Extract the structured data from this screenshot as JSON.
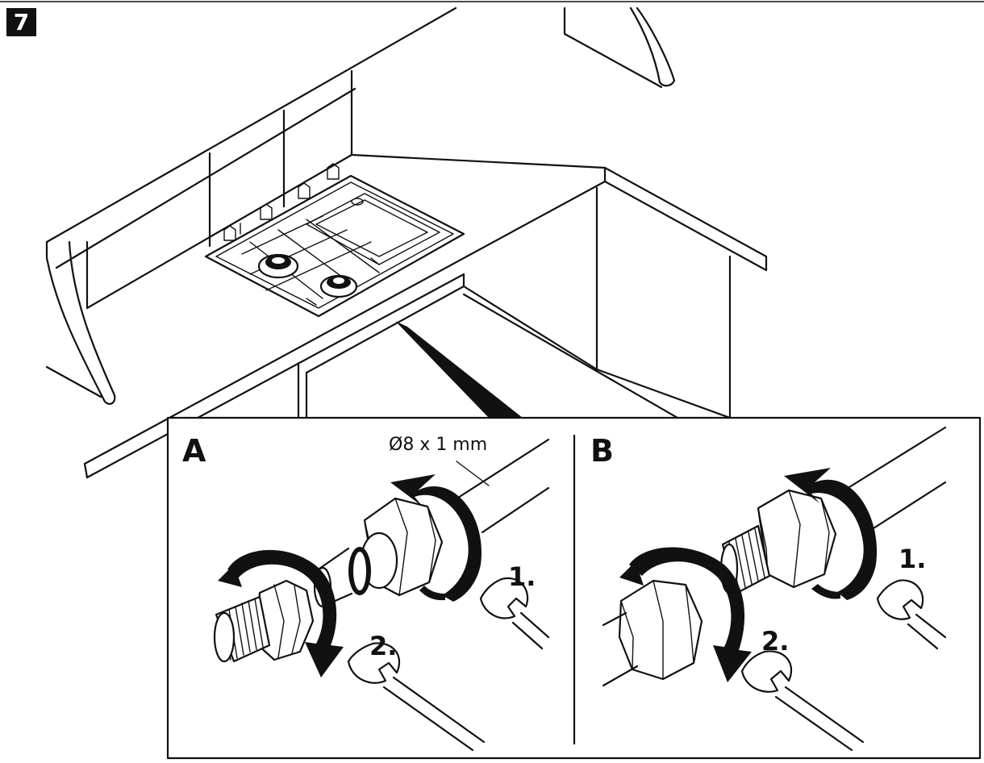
{
  "step": {
    "number": "7"
  },
  "panels": {
    "a": {
      "letter": "A",
      "dimension": "Ø8 x 1 mm",
      "step1": "1.",
      "step2": "2."
    },
    "b": {
      "letter": "B",
      "step1": "1.",
      "step2": "2."
    }
  },
  "colors": {
    "ink": "#111111",
    "paper": "#ffffff"
  }
}
